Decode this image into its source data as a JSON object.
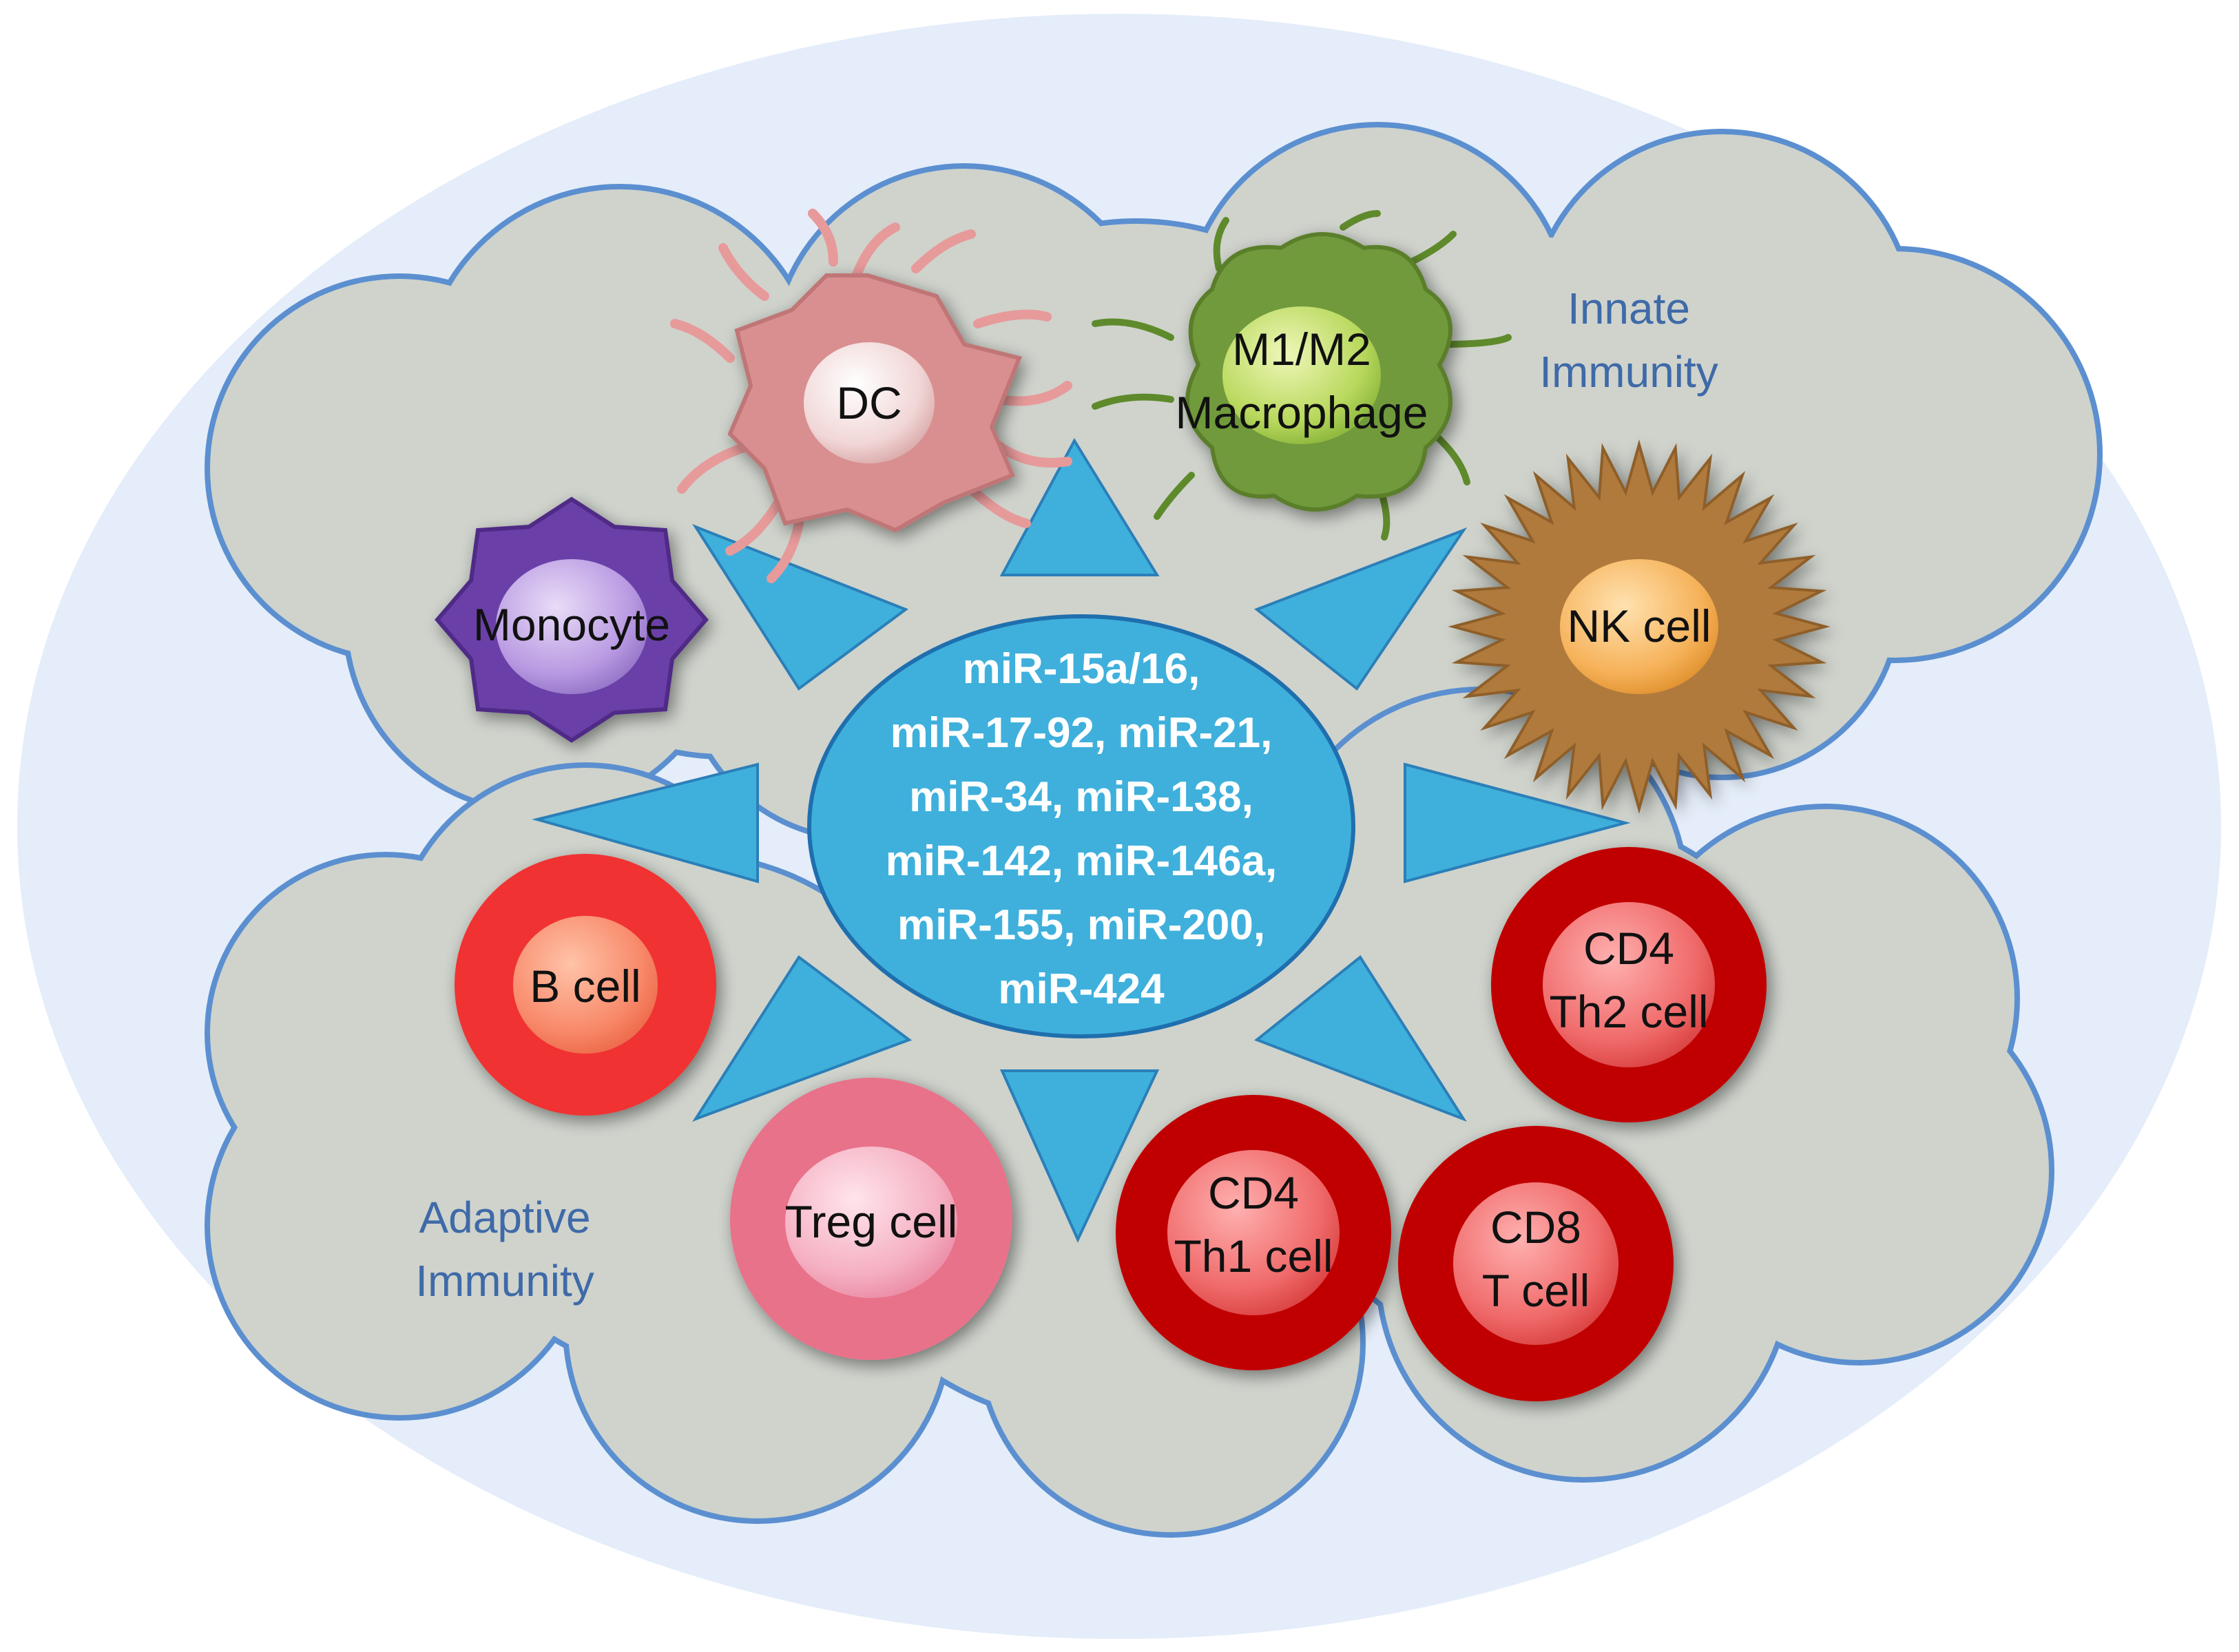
{
  "regions": {
    "innate": {
      "label_line1": "Innate",
      "label_line2": "Immunity"
    },
    "adaptive": {
      "label_line1": "Adaptive",
      "label_line2": "Immunity"
    }
  },
  "center": {
    "lines": [
      "miR-15a/16,",
      "miR-17-92, miR-21,",
      "miR-34, miR-138,",
      "miR-142, miR-146a,",
      "miR-155, miR-200,",
      "miR-424"
    ]
  },
  "cells": {
    "dc": {
      "line1": "DC"
    },
    "macrophage": {
      "line1": "M1/M2",
      "line2": "Macrophage"
    },
    "monocyte": {
      "line1": "Monocyte"
    },
    "nk": {
      "line1": "NK cell"
    },
    "bcell": {
      "line1": "B cell"
    },
    "treg": {
      "line1": "Treg cell"
    },
    "th1": {
      "line1": "CD4",
      "line2": "Th1 cell"
    },
    "th2": {
      "line1": "CD4",
      "line2": "Th2 cell"
    },
    "cd8": {
      "line1": "CD8",
      "line2": "T cell"
    }
  },
  "colors": {
    "background_ellipse": "#e4edf9",
    "cloud_fill": "#cfd3cc",
    "cloud_stroke": "#5b8fd0",
    "arrow": "#3fb0dc",
    "center": "#3fb0dc",
    "dc": "#d98f8f",
    "macrophage": "#6f9a3a",
    "monocyte": "#6a3fa8",
    "nk": "#b07a3c",
    "bcell": "#f03030",
    "treg": "#e8728a",
    "tcell": "#c00000"
  }
}
